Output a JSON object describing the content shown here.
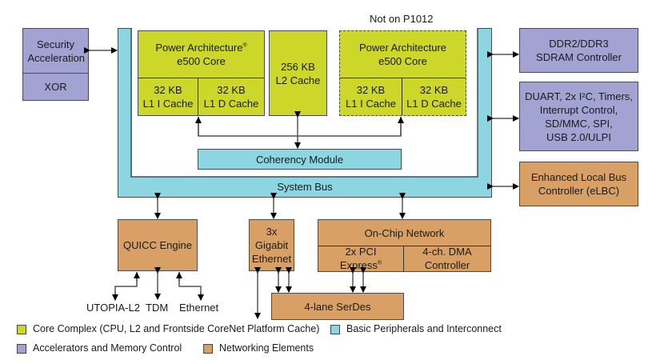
{
  "note_not_on": "Not on P1012",
  "blocks": {
    "security": "Security Acceleration",
    "xor": "XOR",
    "core1_title": "Power Architecture",
    "core1_title_mark": "®",
    "core1_subtitle": "e500 Core",
    "core1_l1i": [
      "32 KB",
      "L1 I Cache"
    ],
    "core1_l1d": [
      "32 KB",
      "L1 D Cache"
    ],
    "l2": [
      "256 KB",
      "L2 Cache"
    ],
    "core2_title": "Power Architecture",
    "core2_subtitle": "e500 Core",
    "core2_l1i": [
      "32 KB",
      "L1 I Cache"
    ],
    "core2_l1d": [
      "32 KB",
      "L1 D Cache"
    ],
    "coherency": "Coherency Module",
    "system_bus": "System Bus",
    "ddr": [
      "DDR2/DDR3",
      "SDRAM Controller"
    ],
    "periph": [
      "DUART, 2x I²C, Timers,",
      "Interrupt Control,",
      "SD/MMC, SPI,",
      "USB 2.0/ULPI"
    ],
    "elbc": [
      "Enhanced Local Bus",
      "Controller (eLBC)"
    ],
    "quicc": "QUICC Engine",
    "gige": [
      "3x",
      "Gigabit",
      "Ethernet"
    ],
    "onchip": "On-Chip Network",
    "pcie": [
      "2x PCI",
      "Express"
    ],
    "pcie_mark": "®",
    "dma": [
      "4-ch. DMA",
      "Controller"
    ],
    "serdes": "4-lane SerDes",
    "io_utopia": "UTOPIA-L2",
    "io_tdm": "TDM",
    "io_ethernet": "Ethernet"
  },
  "legend": [
    {
      "label": "Core Complex (CPU, L2 and Frontside CoreNet Platform Cache)",
      "color": "#ccd72a"
    },
    {
      "label": "Basic Peripherals and Interconnect",
      "color": "#8dd5e0"
    },
    {
      "label": "Accelerators and Memory Control",
      "color": "#a3a3d3"
    },
    {
      "label": "Networking Elements",
      "color": "#d9a065"
    }
  ]
}
